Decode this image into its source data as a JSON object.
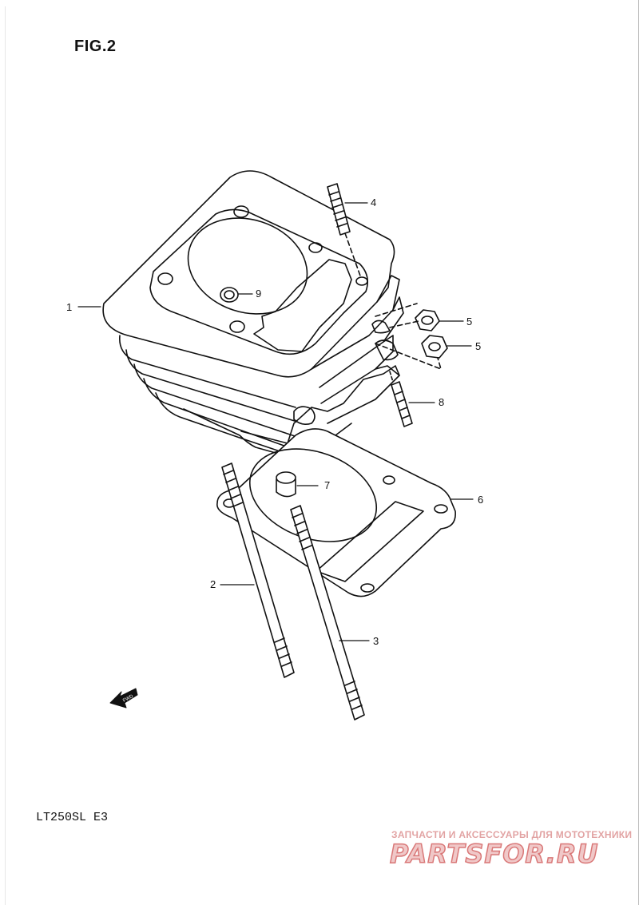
{
  "figure": {
    "title": "FIG.2",
    "model": "LT250SL E3"
  },
  "callouts": [
    {
      "id": "1",
      "label": "1"
    },
    {
      "id": "2",
      "label": "2"
    },
    {
      "id": "3",
      "label": "3"
    },
    {
      "id": "4",
      "label": "4"
    },
    {
      "id": "5a",
      "label": "5"
    },
    {
      "id": "5b",
      "label": "5"
    },
    {
      "id": "6",
      "label": "6"
    },
    {
      "id": "7",
      "label": "7"
    },
    {
      "id": "8",
      "label": "8"
    },
    {
      "id": "9",
      "label": "9"
    }
  ],
  "fwd_label": "FWD",
  "watermark": {
    "tagline": "ЗАПЧАСТИ И АКСЕССУАРЫ ДЛЯ МОТОТЕХНИКИ",
    "logo": "PARTSFOR.RU"
  }
}
